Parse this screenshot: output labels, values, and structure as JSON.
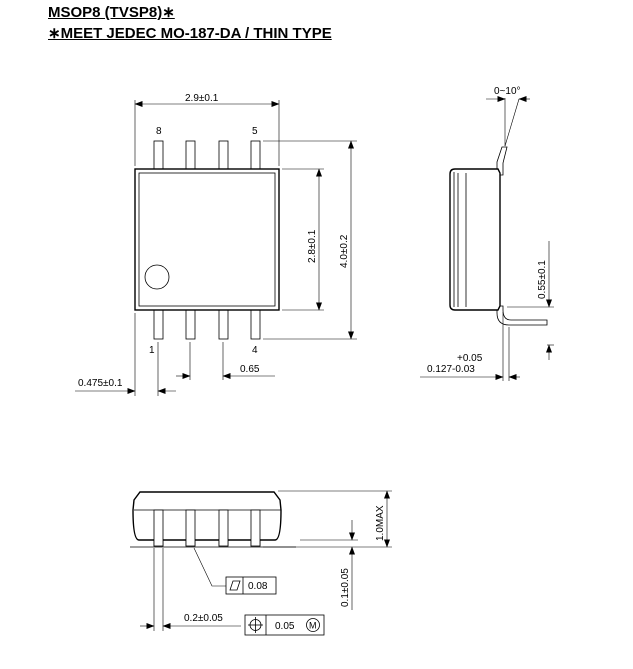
{
  "header": {
    "line1": "MSOP8 (TVSP8)∗",
    "line2": "∗MEET JEDEC MO-187-DA / THIN TYPE"
  },
  "top_view": {
    "width_dim": "2.9±0.1",
    "pin_8": "8",
    "pin_5": "5",
    "pin_1": "1",
    "pin_4": "4",
    "body_length_dim": "2.8±0.1",
    "overall_length_dim": "4.0±0.2",
    "pitch_dim": "0.65",
    "lead_offset_dim": "0.475±0.1"
  },
  "side_view": {
    "angle_dim": "0~10°",
    "foot_length_dim": "0.55±0.1",
    "lead_thickness_upper": "+0.05",
    "lead_thickness_main": "0.127-0.03"
  },
  "end_view": {
    "height_dim": "1.0MAX",
    "standoff_dim": "0.1±0.05",
    "lead_width_dim": "0.2±0.05",
    "flatness_value": "0.08",
    "position_value": "0.05",
    "mmc_symbol": "M"
  }
}
